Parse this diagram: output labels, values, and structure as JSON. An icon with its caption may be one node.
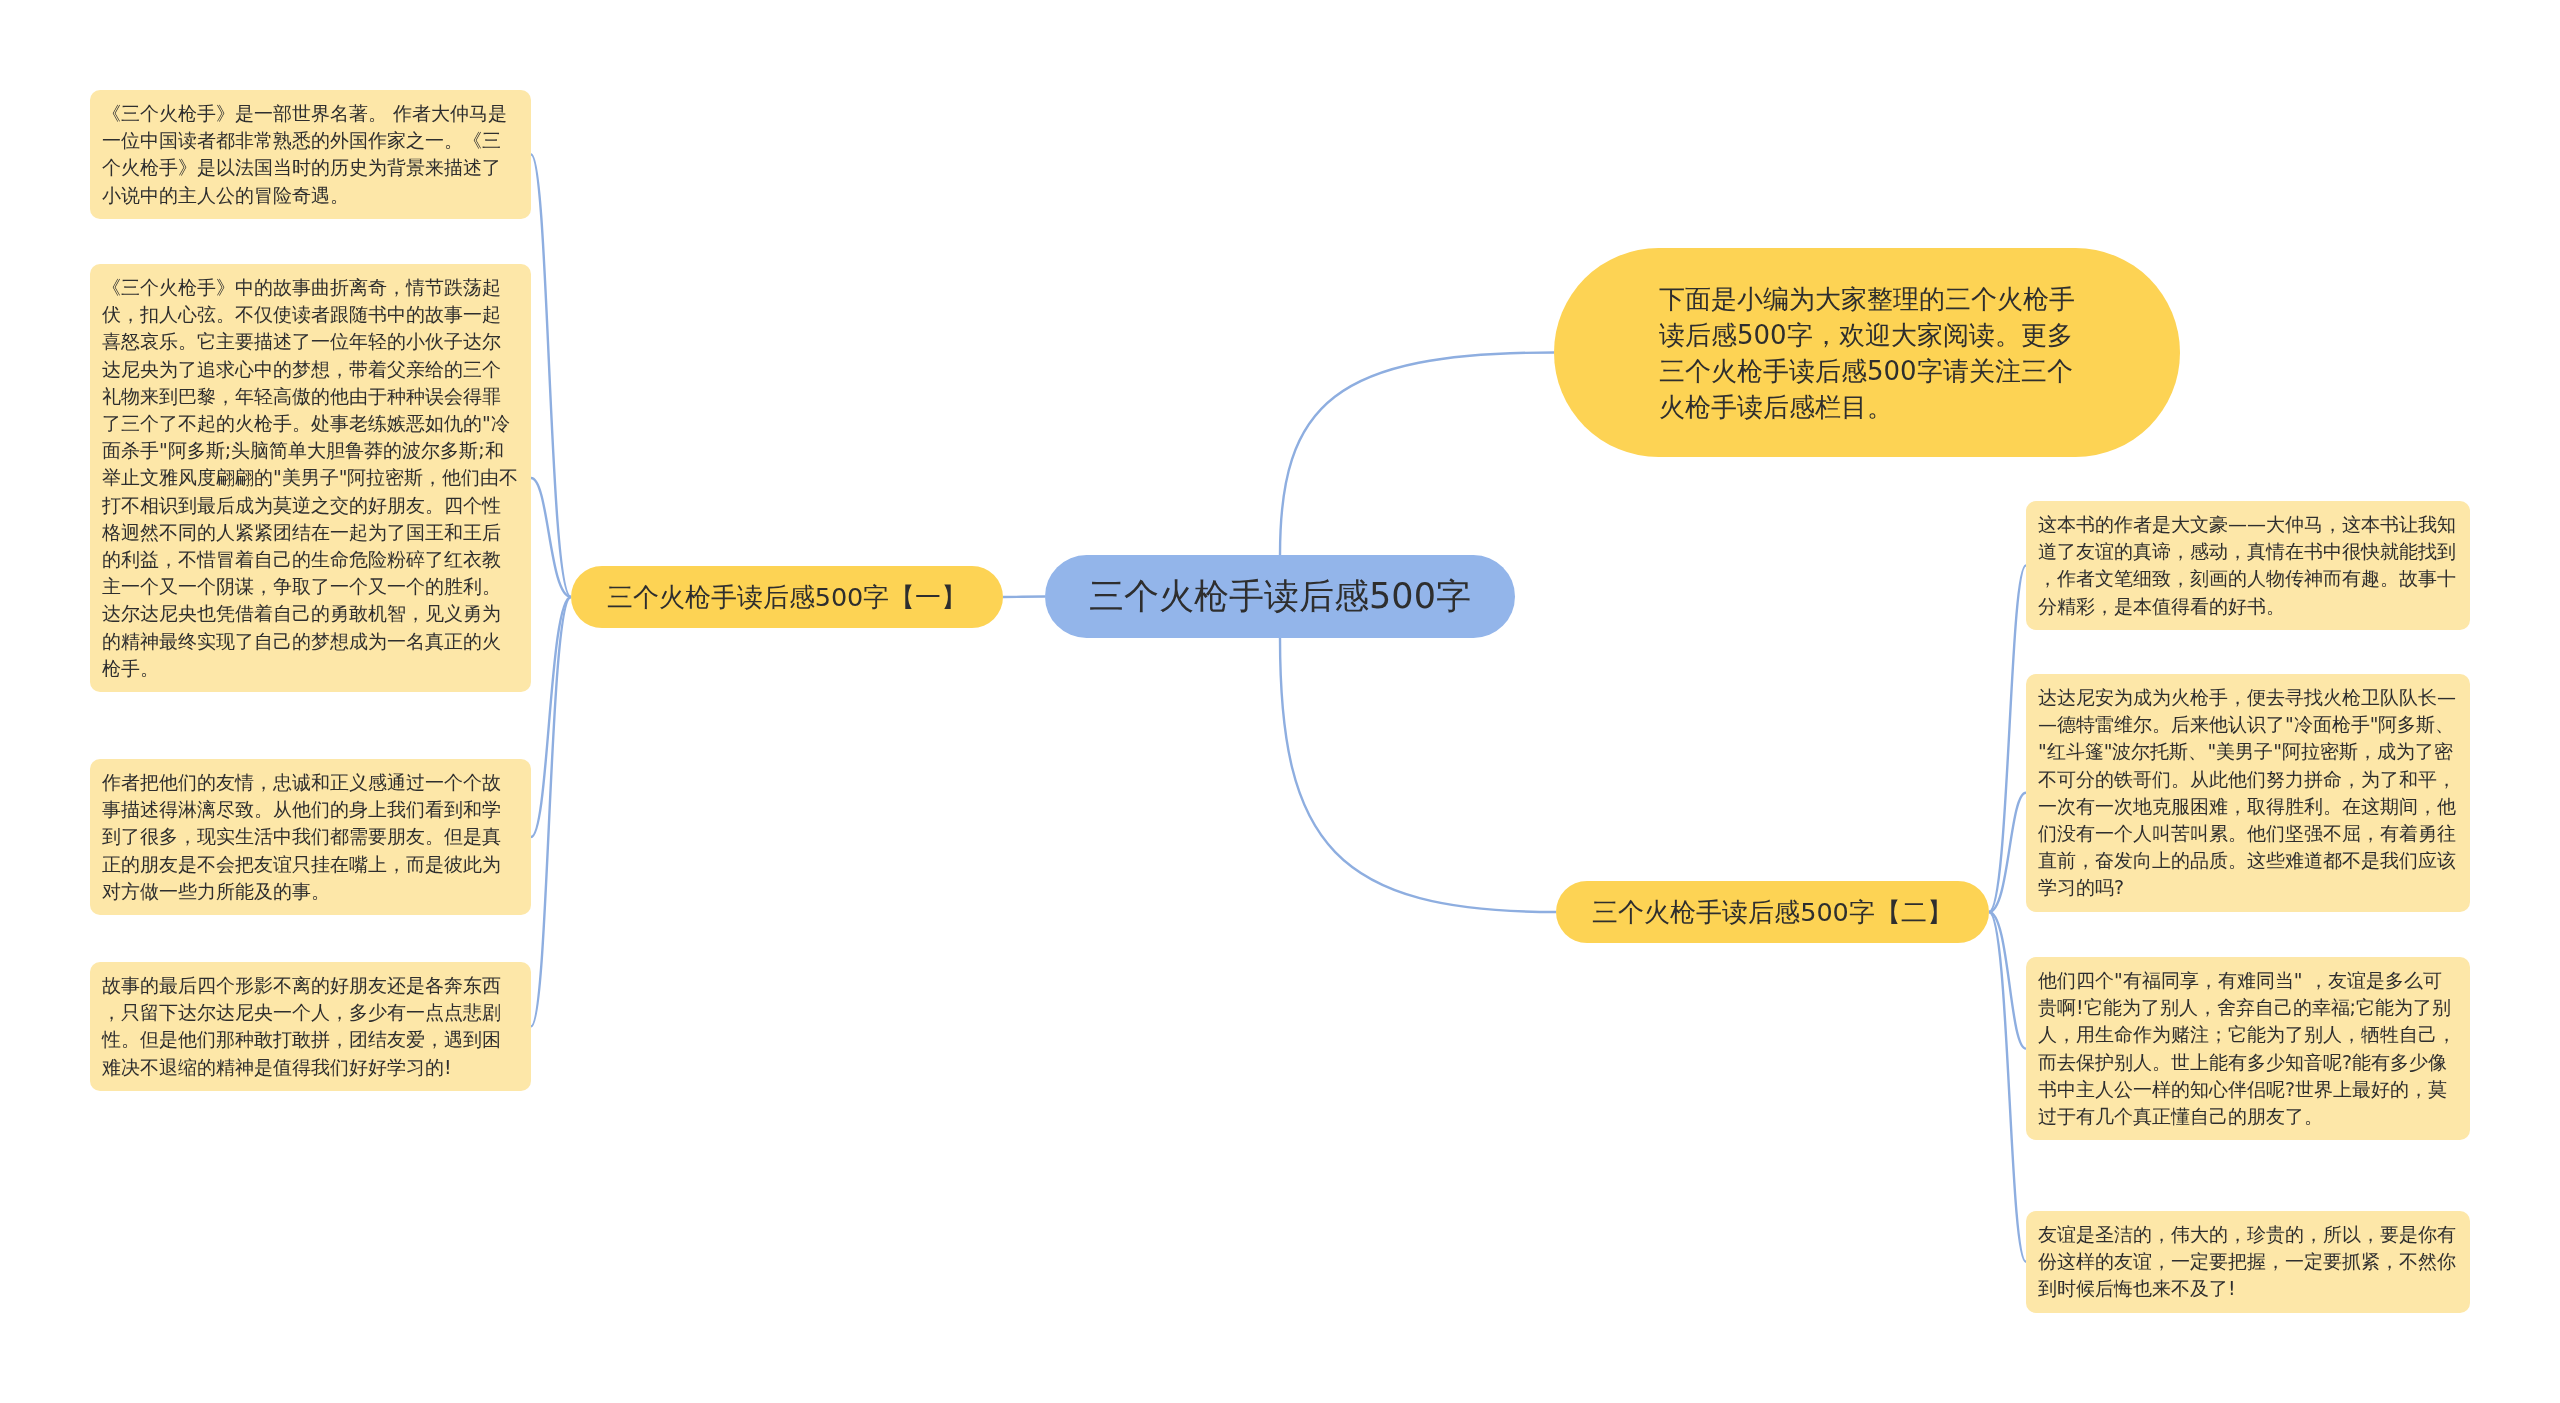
{
  "diagram": {
    "nodes": [
      {
        "text": [
          "三个火枪手读后感500字"
        ]
      },
      {
        "text": [
          "下面是小编为大家整理的三个火枪手读后感500字，欢迎大家阅读。更多三个火枪手读后感500字请关注三个火枪手读后感栏目。"
        ]
      },
      {
        "text": [
          "三个火枪手读后感500字【一】"
        ]
      },
      {
        "text": [
          "《三个火枪手》是一部世界名著。 作者大仲马是一位中国读者都非常熟悉的外国作家之一。《三个火枪手》是以法国当时的历史为背景来描述了小说中的主人公的冒险奇遇。"
        ]
      },
      {
        "text": [
          "《三个火枪手》中的故事曲折离奇，情节跌荡起伏，扣人心弦。不仅使读者跟随书中的故事一起喜怒哀乐。它主要描述了一位年轻的小伙子达尔达尼央为了追求心中的梦想，带着父亲给的三个礼物来到巴黎，年轻高傲的他由于种种误会得罪了三个了不起的火枪手。处事老练嫉恶如仇的\"冷面杀手\"阿多斯;头脑简单大胆鲁莽的波尔多斯;和举止文雅风度翩翩的\"美男子\"阿拉密斯，他们由不打不相识到最后成为莫逆之交的好朋友。四个性格迥然不同的人紧紧团结在一起为了国王和王后的利益，不惜冒着自己的生命危险粉碎了红衣教主一个又一个阴谋，争取了一个又一个的胜利。达尔达尼央也凭借着自己的勇敢机智，见义勇为的精神最终实现了自己的梦想成为一名真正的火枪手。"
        ]
      },
      {
        "text": [
          "作者把他们的友情，忠诚和正义感通过一个个故事描述得淋漓尽致。从他们的身上我们看到和学到了很多，现实生活中我们都需要朋友。但是真正的朋友是不会把友谊只挂在嘴上，而是彼此为对方做一些力所能及的事。"
        ]
      },
      {
        "text": [
          "故事的最后四个形影不离的好朋友还是各奔东西，只留下达尔达尼央一个人，多少有一点点悲剧性。但是他们那种敢打敢拼，团结友爱，遇到困难决不退缩的精神是值得我们好好学习的!"
        ]
      },
      {
        "text": [
          "三个火枪手读后感500字【二】"
        ]
      },
      {
        "text": [
          "这本书的作者是大文豪——大仲马，这本书让我知道了友谊的真谛，感动，真情在书中很快就能找到，作者文笔细致，刻画的人物传神而有趣。故事十分精彩，是本值得看的好书。"
        ]
      },
      {
        "text": [
          "达达尼安为成为火枪手，便去寻找火枪卫队队长——德特雷维尔。后来他认识了\"冷面枪手\"阿多斯、\"红斗篷\"波尔托斯、\"美男子\"阿拉密斯，成为了密不可分的铁哥们。从此他们努力拼命，为了和平，一次有一次地克服困难，取得胜利。在这期间，他们没有一个人叫苦叫累。他们坚强不屈，有着勇往直前，奋发向上的品质。这些难道都不是我们应该学习的吗?"
        ]
      },
      {
        "text": [
          "他们四个\"有福同享，有难同当\" ，友谊是多么可贵啊!它能为了别人，舍弃自己的幸福;它能为了别人，用生命作为赌注；它能为了别人，牺牲自己，而去保护别人。世上能有多少知音呢?能有多少像书中主人公一样的知心伴侣呢?世界上最好的，莫过于有几个真正懂自己的朋友了。"
        ]
      },
      {
        "text": [
          "友谊是圣洁的，伟大的，珍贵的，所以，要是你有份这样的友谊，一定要把握，一定要抓紧，不然你到时候后悔也来不及了!"
        ]
      }
    ],
    "edges": [
      {
        "from": 0,
        "to": 1,
        "arrow": "none"
      },
      {
        "from": 0,
        "to": 2,
        "arrow": "none"
      },
      {
        "from": 2,
        "to": 3,
        "arrow": "none"
      },
      {
        "from": 2,
        "to": 4,
        "arrow": "none"
      },
      {
        "from": 2,
        "to": 5,
        "arrow": "none"
      },
      {
        "from": 2,
        "to": 6,
        "arrow": "none"
      },
      {
        "from": 0,
        "to": 7,
        "arrow": "none"
      },
      {
        "from": 7,
        "to": 8,
        "arrow": "none"
      },
      {
        "from": 7,
        "to": 9,
        "arrow": "none"
      },
      {
        "from": 7,
        "to": 10,
        "arrow": "none"
      },
      {
        "from": 7,
        "to": 11,
        "arrow": "none"
      }
    ]
  }
}
